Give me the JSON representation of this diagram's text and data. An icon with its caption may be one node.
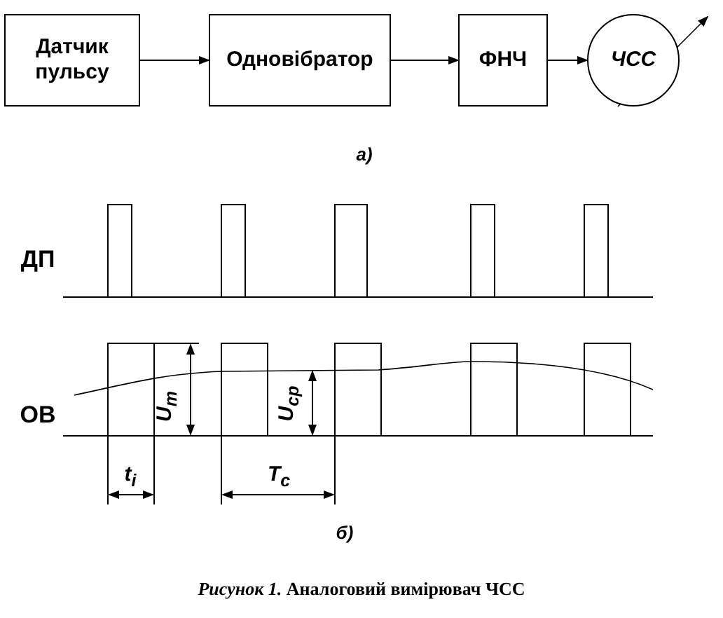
{
  "diagram": {
    "caption": "*Рисунок 1.* Аналоговий вимірювач ЧСС",
    "nodes": [
      {
        "text": [
          "Датчик пульсу"
        ]
      },
      {
        "text": [
          "Одновібратор"
        ]
      },
      {
        "text": [
          "ФНЧ"
        ]
      },
      {
        "text": [
          "ЧСС"
        ]
      }
    ],
    "edges": [
      {
        "from": 0,
        "to": 1,
        "arrow": "to"
      },
      {
        "from": 1,
        "to": 2,
        "arrow": "to"
      },
      {
        "from": 2,
        "to": 3,
        "arrow": "to"
      }
    ],
    "labels": [
      "а)",
      "ДП",
      "ОВ",
      "U$_{m}$",
      "U$_{ср}$",
      "t$_{i}$",
      "T$_{c}$",
      "б)"
    ]
  }
}
